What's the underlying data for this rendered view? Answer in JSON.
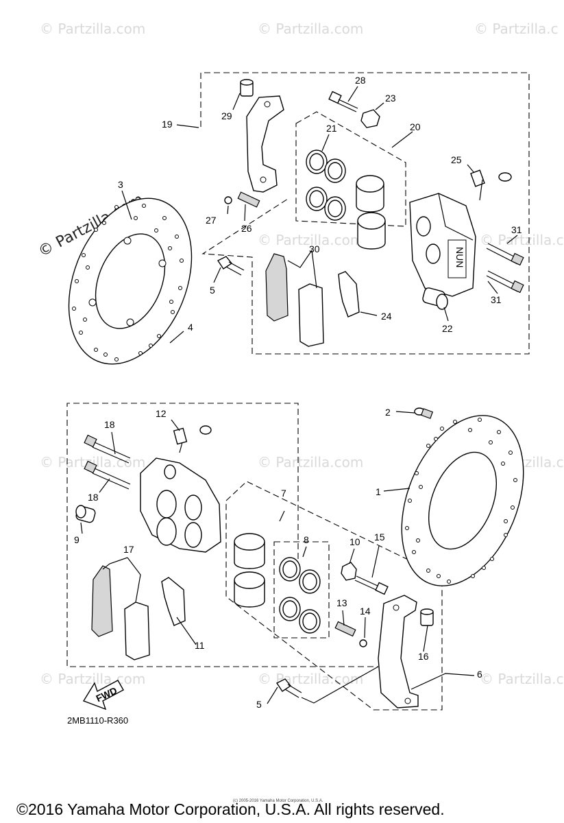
{
  "watermarks": {
    "brand": "© Partzilla.com",
    "brand_short": "© Partzilla.c",
    "left_edge": "© Partzilla.com"
  },
  "part_labels": {
    "p1": "1",
    "p2": "2",
    "p3": "3",
    "p4": "4",
    "p5": "5",
    "p6": "6",
    "p7": "7",
    "p8": "8",
    "p9": "9",
    "p10": "10",
    "p11": "11",
    "p12": "12",
    "p13": "13",
    "p14": "14",
    "p15": "15",
    "p16": "16",
    "p17": "17",
    "p18": "18",
    "p19": "19",
    "p20": "20",
    "p21": "21",
    "p22": "22",
    "p23": "23",
    "p24": "24",
    "p25": "25",
    "p26": "26",
    "p27": "27",
    "p28": "28",
    "p29": "29",
    "p30": "30",
    "p31": "31"
  },
  "fwd_label": "FWD",
  "caliper_stamp": "NUN",
  "diagram_code": "2MB1110-R360",
  "fine_print": "(c) 2005-2016 Yamaha Motor Corporation, U.S.A.",
  "footer": "©2016 Yamaha Motor Corporation, U.S.A. All rights reserved."
}
